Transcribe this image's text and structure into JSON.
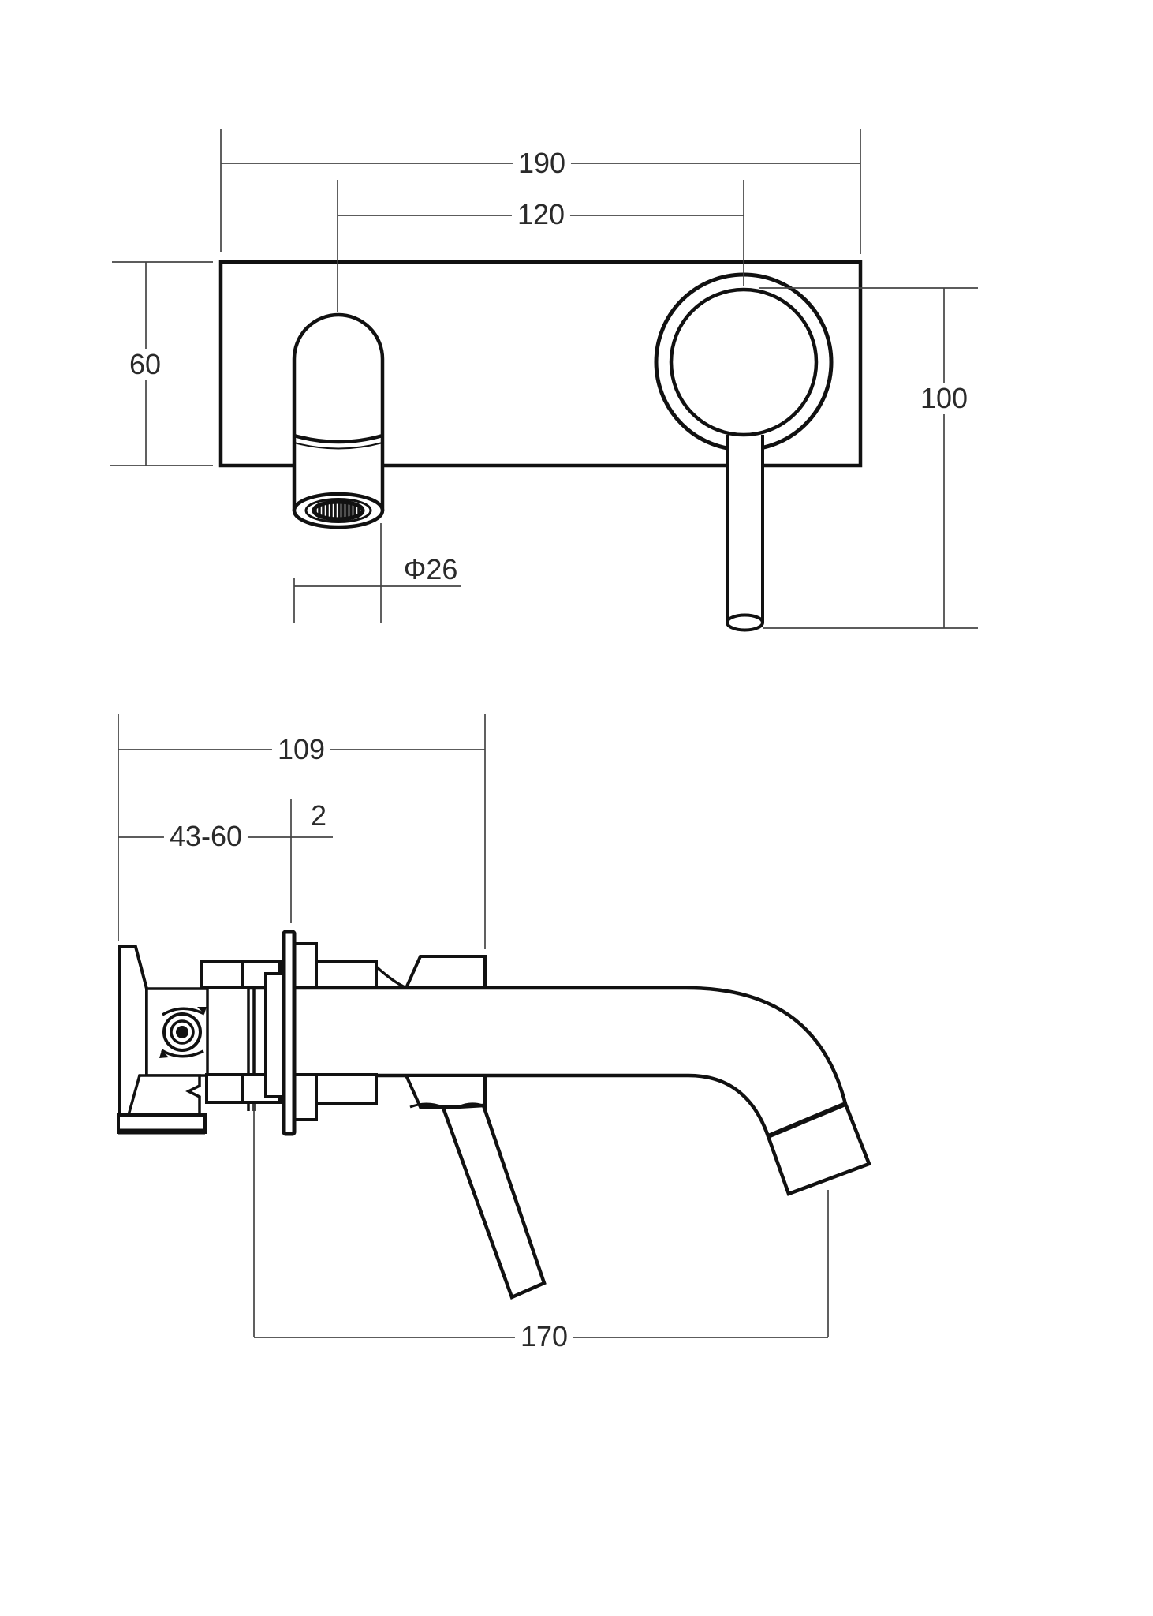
{
  "drawing": {
    "type": "technical-dimension-drawing",
    "subject": "wall-mounted-basin-mixer-tap",
    "line_color": "#111111",
    "dim_line_color": "#444444",
    "background": "#ffffff"
  },
  "dimensions": {
    "front_view": {
      "plate_width": "190",
      "spout_to_handle": "120",
      "plate_height": "60",
      "handle_length": "100",
      "spout_diameter": "Φ26"
    },
    "side_view": {
      "total_depth": "109",
      "wall_range": "43-60",
      "plate_thickness": "2",
      "spout_reach": "170"
    }
  }
}
